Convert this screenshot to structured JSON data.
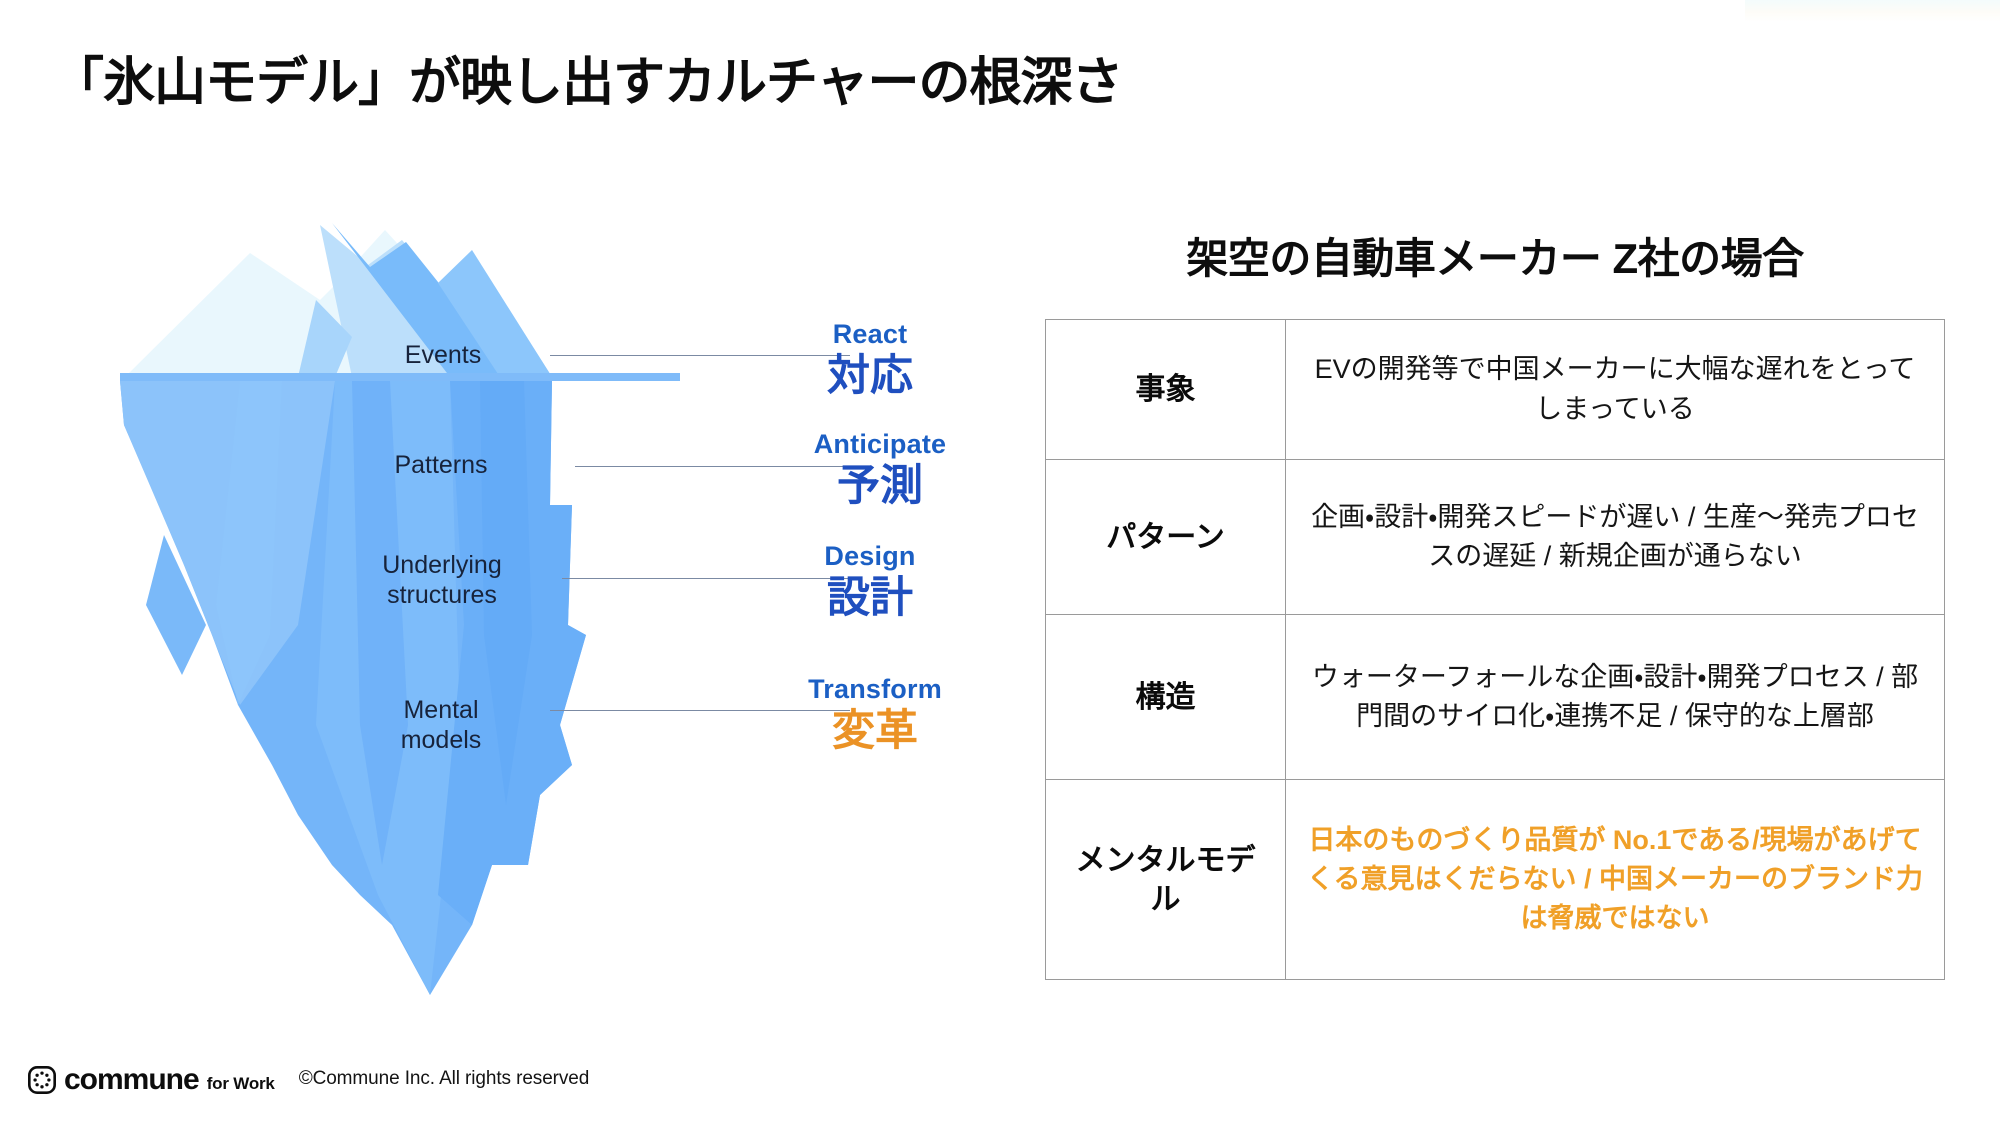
{
  "slide": {
    "title": "「氷山モデル」が映し出すカルチャーの根深さ"
  },
  "iceberg": {
    "levels": [
      {
        "label": "Events"
      },
      {
        "label": "Patterns"
      },
      {
        "label": "Underlying\nstructures"
      },
      {
        "label": "Mental\nmodels"
      }
    ],
    "colors": {
      "above_water_light": "#e8f6fd",
      "above_water_mid": "#bde3f9",
      "below_water": "#62aaf8",
      "below_water_light": "#8dc5fb",
      "shadow": "#9fd0f7"
    }
  },
  "steps": [
    {
      "en": "React",
      "jp": "対応",
      "color": "#1f4fbf"
    },
    {
      "en": "Anticipate",
      "jp": "予測",
      "color": "#1f4fbf"
    },
    {
      "en": "Design",
      "jp": "設計",
      "color": "#1f4fbf"
    },
    {
      "en": "Transform",
      "jp": "変革",
      "color": "#eb9225"
    }
  ],
  "panel": {
    "title": "架空の自動車メーカー Z社の場合",
    "rows": [
      {
        "category": "事象",
        "description": "EVの開発等で中国メーカーに大幅な遅れをとってしまっている",
        "highlight": false
      },
      {
        "category": "パターン",
        "description": "企画・設計・開発スピードが遅い / 生産〜発売プロセスの遅延 / 新規企画が通らない",
        "highlight": false
      },
      {
        "category": "構造",
        "description": "ウォーターフォールな企画・設計・開発プロセス / 部門間のサイロ化・連携不足 / 保守的な上層部",
        "highlight": false
      },
      {
        "category": "メンタルモデル",
        "description": "日本のものづくり品質が No.1である/現場があげてくる意見はくだらない / 中国メーカーのブランド力は脅威ではない",
        "highlight": true
      }
    ],
    "highlight_color": "#f0a028"
  },
  "footer": {
    "brand": "commune",
    "brand_suffix": "for Work",
    "copyright": "©Commune Inc. All rights reserved"
  }
}
